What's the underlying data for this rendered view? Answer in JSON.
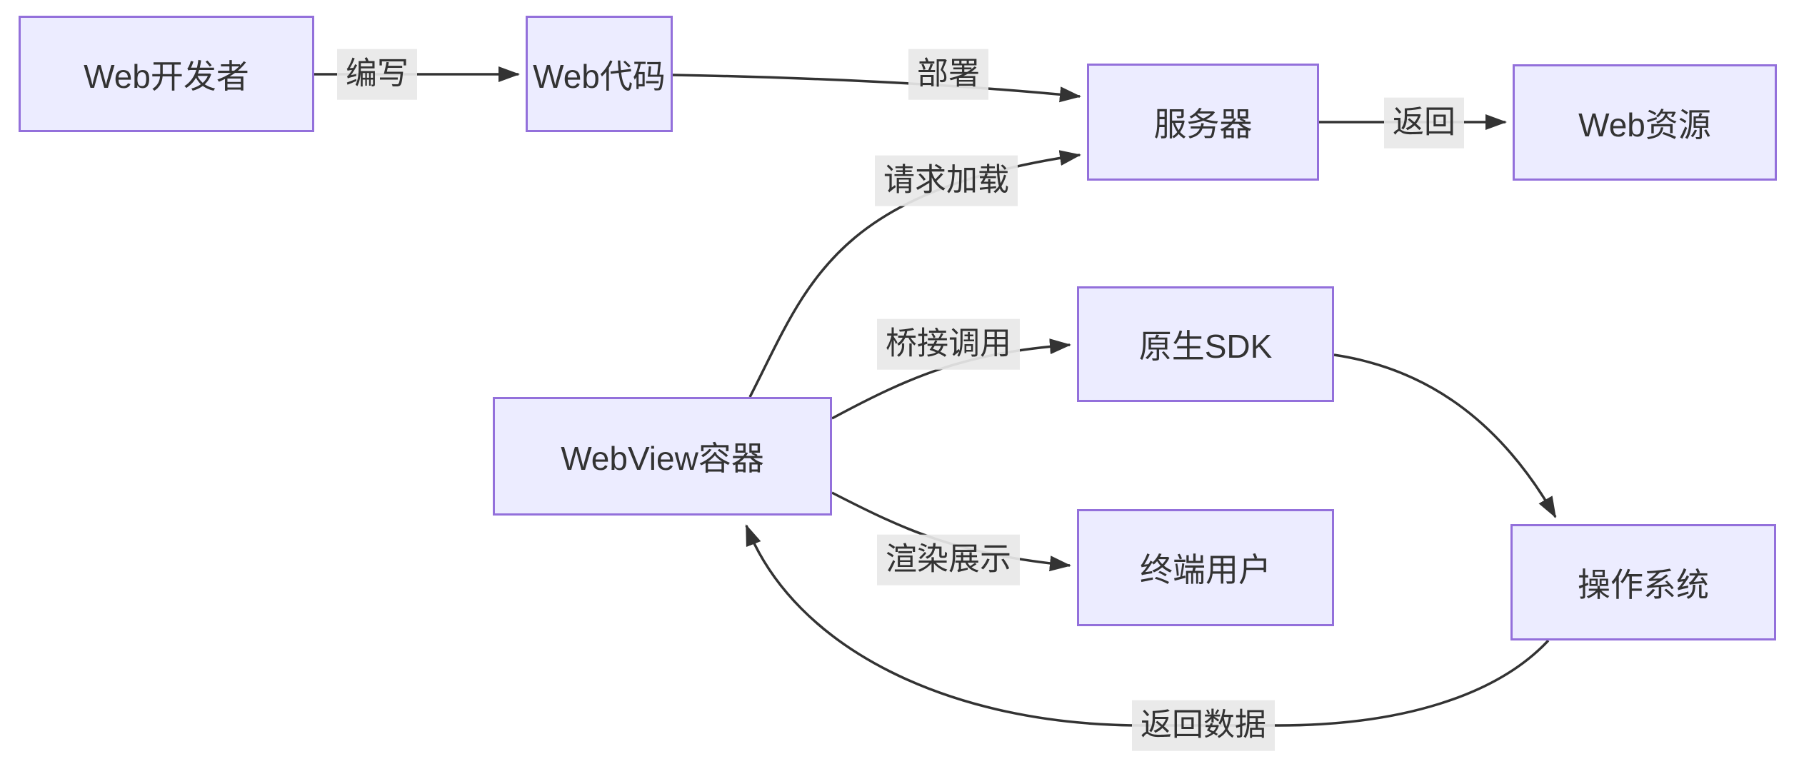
{
  "diagram": {
    "type": "flowchart",
    "colors": {
      "node_fill": "#ECECFF",
      "node_border": "#9370DB",
      "edge_color": "#333333",
      "edge_label_bg": "#e8e8e8",
      "text_color": "#333333",
      "background": "#ffffff"
    },
    "nodes": [
      {
        "id": "web-developer",
        "label": "Web开发者"
      },
      {
        "id": "web-code",
        "label": "Web代码"
      },
      {
        "id": "server",
        "label": "服务器"
      },
      {
        "id": "web-resource",
        "label": "Web资源"
      },
      {
        "id": "webview-container",
        "label": "WebView容器"
      },
      {
        "id": "native-sdk",
        "label": "原生SDK"
      },
      {
        "id": "end-user",
        "label": "终端用户"
      },
      {
        "id": "operating-system",
        "label": "操作系统"
      }
    ],
    "edges": [
      {
        "from": "Web开发者",
        "to": "Web代码",
        "label": "编写"
      },
      {
        "from": "Web代码",
        "to": "服务器",
        "label": "部署"
      },
      {
        "from": "WebView容器",
        "to": "服务器",
        "label": "请求加载"
      },
      {
        "from": "WebView容器",
        "to": "原生SDK",
        "label": "桥接调用"
      },
      {
        "from": "WebView容器",
        "to": "终端用户",
        "label": "渲染展示"
      },
      {
        "from": "原生SDK",
        "to": "操作系统",
        "label": ""
      },
      {
        "from": "操作系统",
        "to": "WebView容器",
        "label": "返回数据"
      },
      {
        "from": "服务器",
        "to": "Web资源",
        "label": "返回"
      }
    ]
  }
}
